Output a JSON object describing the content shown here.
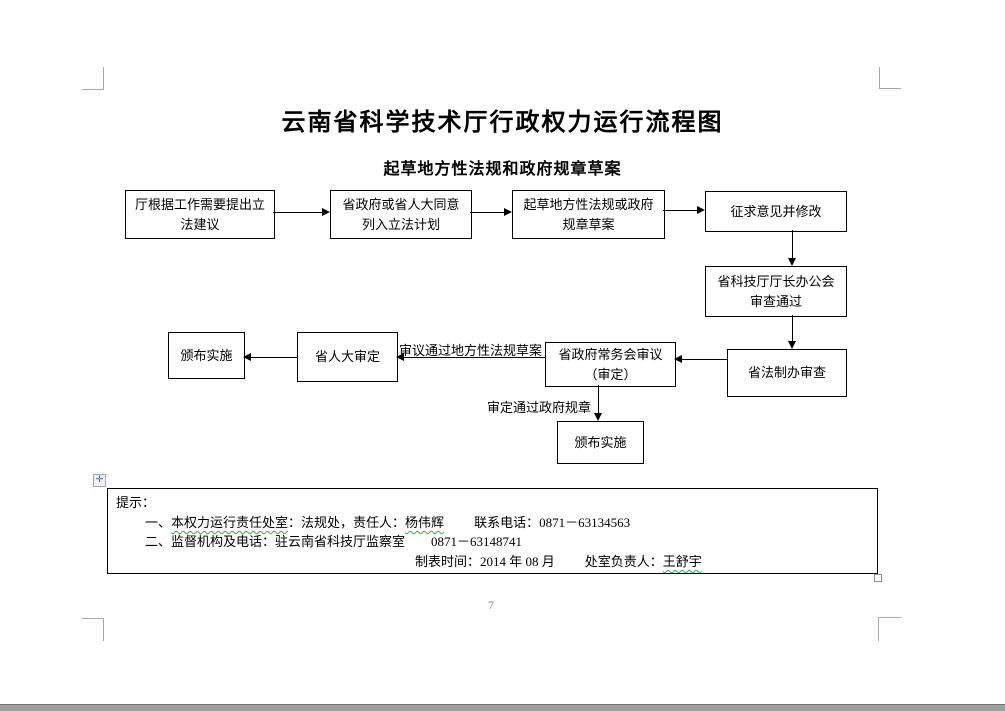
{
  "document": {
    "title": "云南省科学技术厅行政权力运行流程图",
    "subtitle": "起草地方性法规和政府规章草案",
    "page_number": "7"
  },
  "flowchart": {
    "boxes": {
      "propose": "厅根据工作需要提出立\n法建议",
      "plan": "省政府或省人大同意\n列入立法计划",
      "draft": "起草地方性法规或政府\n规章草案",
      "consult": "征求意见并修改",
      "office_review": "省科技厅厅长办公会\n审查通过",
      "legal_review": "省法制办审查",
      "gov_meeting": "省政府常务会审议\n（审定）",
      "npc_review": "省人大审定",
      "publish_regulation": "颁布实施",
      "publish_rule": "颁布实施"
    },
    "edge_labels": {
      "regulation_path": "审议通过地方性法规草案",
      "rule_path": "审定通过政府规章"
    }
  },
  "note": {
    "heading": "提示：",
    "line1": {
      "prefix": "一、",
      "dept_label": "本权力运行责任处室",
      "mid": "：法规处，责任人：",
      "person": "杨伟辉",
      "contact": "联系电话：0871－63134563"
    },
    "line2": "二、监督机构及电话：驻云南省科技厅监察室　　0871－63148741",
    "line3": {
      "made": "制表时间：2014 年 08 月",
      "chief_label": "处室负责人：",
      "chief": "王舒宇"
    }
  },
  "icons": {
    "move_handle": "✛"
  },
  "colors": {
    "spellcheck_wavy": "#2fae4a",
    "crop_mark": "#a8a8a8",
    "page_edge": "#9e9e9e"
  }
}
